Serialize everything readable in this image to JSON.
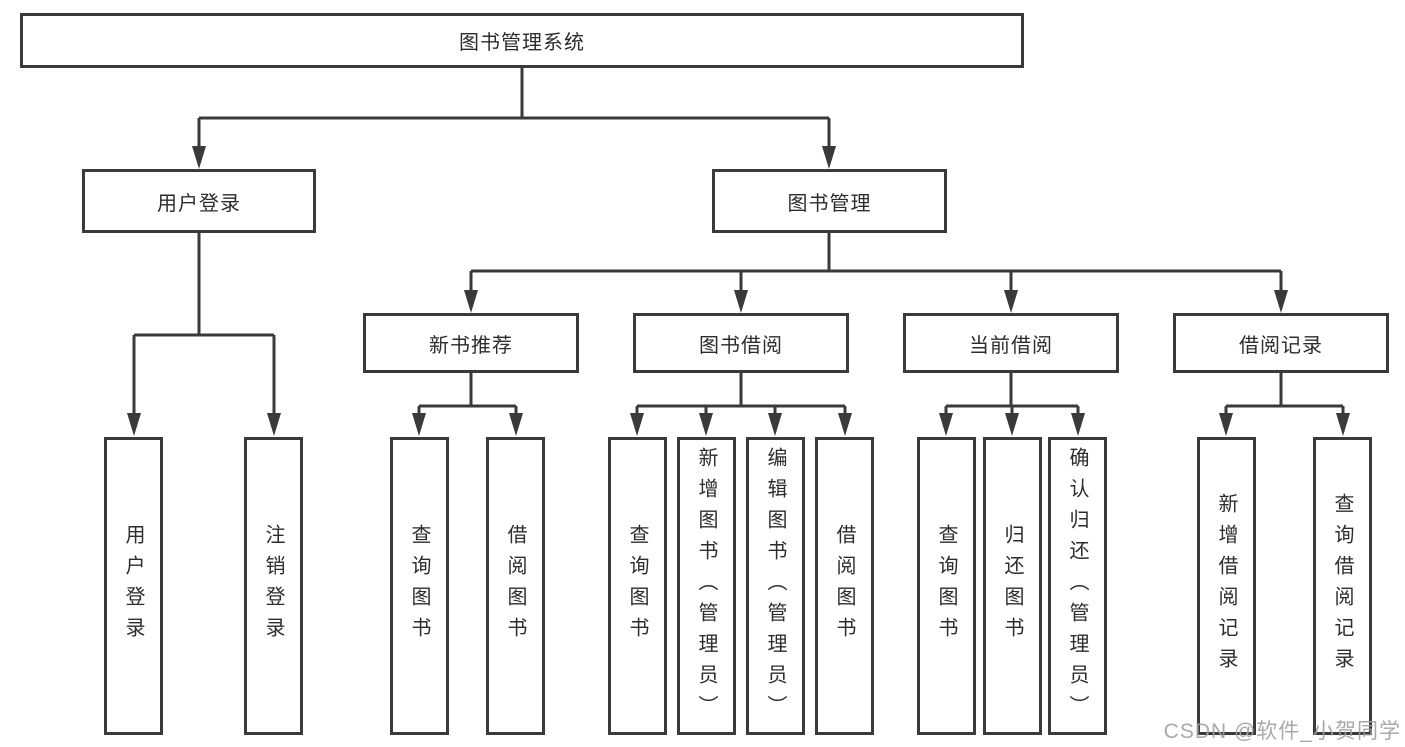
{
  "tree": {
    "root": {
      "label": "图书管理系统"
    },
    "branches": [
      {
        "label": "用户登录",
        "children": [
          {
            "label": "用户登录"
          },
          {
            "label": "注销登录"
          }
        ]
      },
      {
        "label": "图书管理",
        "groups": [
          {
            "label": "新书推荐",
            "children": [
              {
                "label": "查询图书"
              },
              {
                "label": "借阅图书"
              }
            ]
          },
          {
            "label": "图书借阅",
            "children": [
              {
                "label": "查询图书"
              },
              {
                "label": "新增图书（管理员）"
              },
              {
                "label": "编辑图书（管理员）"
              },
              {
                "label": "借阅图书"
              }
            ]
          },
          {
            "label": "当前借阅",
            "children": [
              {
                "label": "查询图书"
              },
              {
                "label": "归还图书"
              },
              {
                "label": "确认归还（管理员）"
              }
            ]
          },
          {
            "label": "借阅记录",
            "children": [
              {
                "label": "新增借阅记录"
              },
              {
                "label": "查询借阅记录"
              }
            ]
          }
        ]
      }
    ]
  },
  "watermark": {
    "text": "CSDN @软件_小贺同学"
  },
  "colors": {
    "line": "#3a3a3a",
    "text": "#2d2d2d",
    "watermark": "#a0a0a0",
    "background": "#ffffff"
  }
}
